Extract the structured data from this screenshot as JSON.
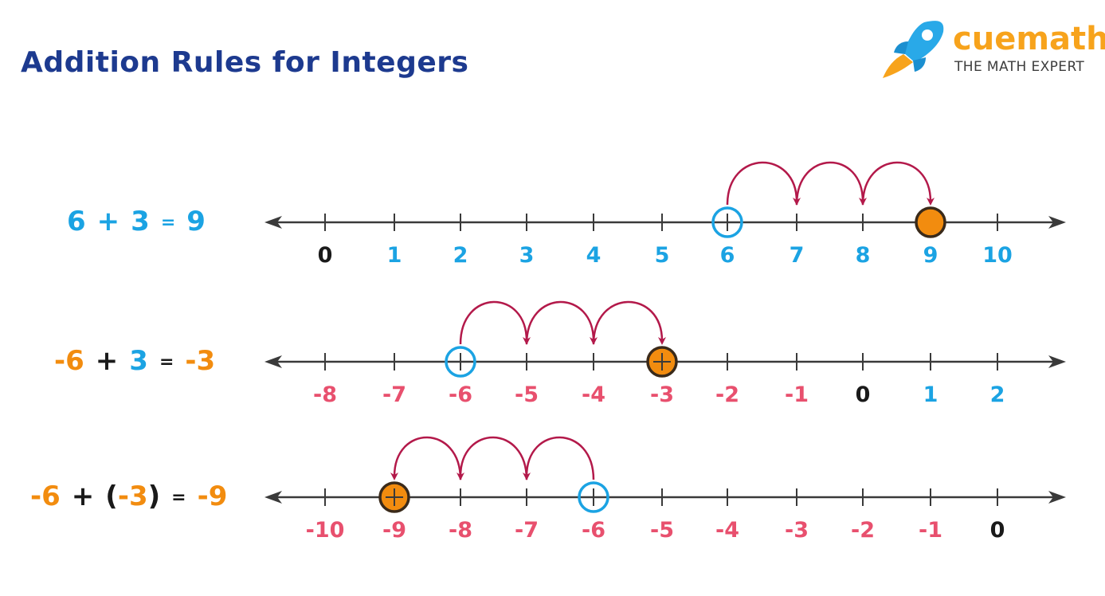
{
  "title": "Addition Rules for Integers",
  "logo": {
    "brand": "cuemath",
    "tagline": "THE MATH EXPERT",
    "icon": "rocket-icon"
  },
  "colors": {
    "title": "#1d3a8f",
    "positive": "#1ba3e3",
    "negative": "#e8506e",
    "zero": "#1a1a1a",
    "result": "#f28c0f",
    "arc": "#b3194a",
    "axis": "#3a3a3a"
  },
  "rows": [
    {
      "equation": [
        {
          "t": "6",
          "c": "positive"
        },
        {
          "t": "+",
          "c": "positive"
        },
        {
          "t": "3",
          "c": "positive"
        },
        {
          "t": "=",
          "c": "positive",
          "eq": true
        },
        {
          "t": "9",
          "c": "positive"
        }
      ],
      "ticks": [
        "0",
        "1",
        "2",
        "3",
        "4",
        "5",
        "6",
        "7",
        "8",
        "9",
        "10"
      ],
      "start": "6",
      "end": "9",
      "direction": "right",
      "jumps": 3
    },
    {
      "equation": [
        {
          "t": "-6",
          "c": "result"
        },
        {
          "t": "+",
          "c": "zero"
        },
        {
          "t": "3",
          "c": "positive"
        },
        {
          "t": "=",
          "c": "zero",
          "eq": true
        },
        {
          "t": "-3",
          "c": "result"
        }
      ],
      "ticks": [
        "-8",
        "-7",
        "-6",
        "-5",
        "-4",
        "-3",
        "-2",
        "-1",
        "0",
        "1",
        "2"
      ],
      "start": "-6",
      "end": "-3",
      "direction": "right",
      "jumps": 3
    },
    {
      "equation": [
        {
          "t": "-6",
          "c": "result"
        },
        {
          "t": "+",
          "c": "zero"
        },
        {
          "t": "(",
          "c": "zero"
        },
        {
          "t": "-3",
          "c": "result"
        },
        {
          "t": ")",
          "c": "zero"
        },
        {
          "t": "=",
          "c": "zero",
          "eq": true
        },
        {
          "t": "-9",
          "c": "result"
        }
      ],
      "ticks": [
        "-10",
        "-9",
        "-8",
        "-7",
        "-6",
        "-5",
        "-4",
        "-3",
        "-2",
        "-1",
        "0"
      ],
      "start": "-6",
      "end": "-9",
      "direction": "left",
      "jumps": 3
    }
  ]
}
